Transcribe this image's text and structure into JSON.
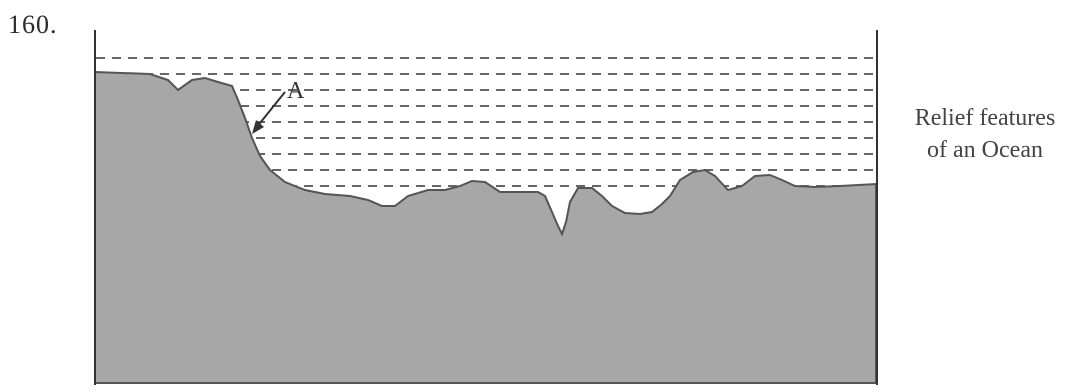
{
  "question_number": "160.",
  "diagram": {
    "pointer_label": "A",
    "caption_lines": [
      "Relief features",
      "of an Ocean"
    ],
    "colors": {
      "seabed_fill": "#a7a7a7",
      "seabed_outline": "#555555",
      "water_dash": "#666666",
      "frame_line": "#333333"
    }
  }
}
